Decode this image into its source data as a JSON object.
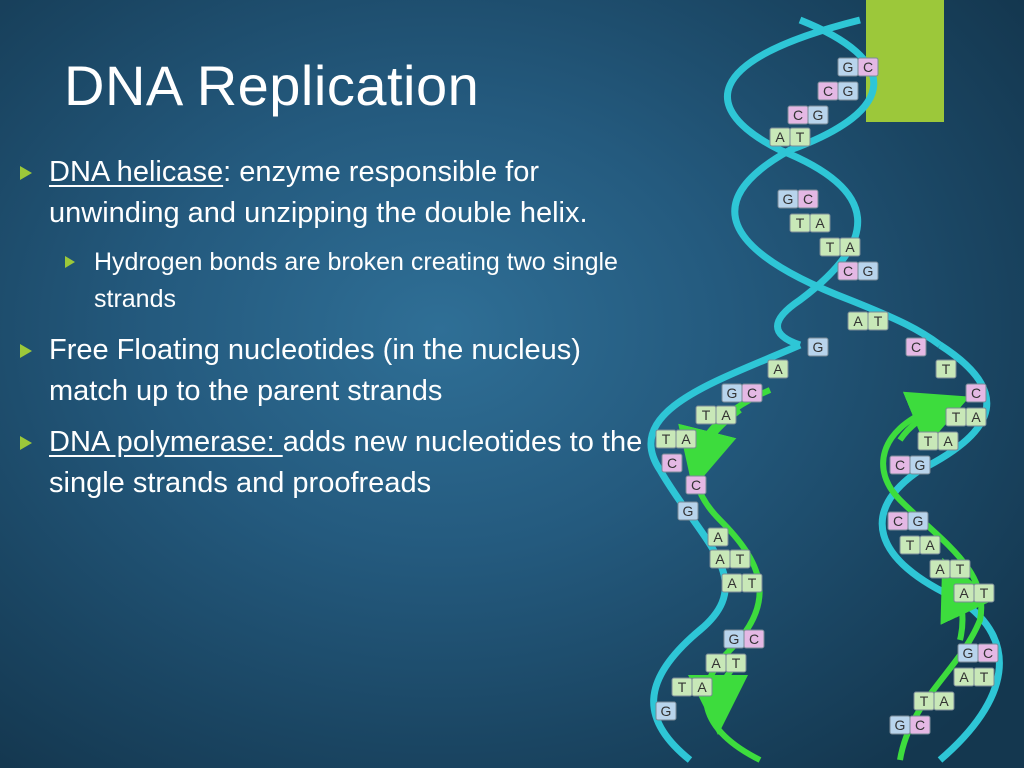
{
  "slide": {
    "title": "DNA Replication",
    "accent_color": "#9cc83a"
  },
  "bullets": [
    {
      "term": "DNA helicase",
      "rest": ": enzyme responsible for unwinding and unzipping the double helix.",
      "sub": "Hydrogen bonds are broken creating two single strands"
    },
    {
      "text": "Free Floating nucleotides (in the nucleus) match up to the parent strands"
    },
    {
      "term": "DNA polymerase: ",
      "rest": "adds new nucleotides to the single strands and proofreads"
    }
  ],
  "figure": {
    "top_pairs": [
      [
        "G",
        "C"
      ],
      [
        "C",
        "G"
      ],
      [
        "C",
        "G"
      ],
      [
        "A",
        "T"
      ],
      [
        "G",
        "C"
      ],
      [
        "T",
        "A"
      ],
      [
        "T",
        "A"
      ],
      [
        "C",
        "G"
      ]
    ],
    "transition_pairs": [
      [
        "A",
        "T"
      ]
    ],
    "left_unpaired": [
      "G",
      "A"
    ],
    "right_unpaired": [
      "C",
      "T",
      "C"
    ],
    "left_pairs": [
      [
        "G",
        "C"
      ],
      [
        "T",
        "A"
      ],
      [
        "T",
        "A"
      ],
      [
        "C",
        ""
      ],
      [
        "C",
        ""
      ],
      [
        "G",
        ""
      ],
      [
        "A",
        ""
      ],
      [
        "A",
        "T"
      ],
      [
        "A",
        "T"
      ],
      [
        "G",
        "C"
      ],
      [
        "A",
        "T"
      ],
      [
        "T",
        "A"
      ],
      [
        "G",
        ""
      ]
    ],
    "right_pairs": [
      [
        "T",
        "A"
      ],
      [
        "T",
        "A"
      ],
      [
        "C",
        "G"
      ],
      [
        "C",
        "G"
      ],
      [
        "T",
        "A"
      ],
      [
        "A",
        "T"
      ],
      [
        "A",
        "T"
      ],
      [
        "G",
        "C"
      ],
      [
        "A",
        "T"
      ],
      [
        "T",
        "A"
      ],
      [
        "G",
        "C"
      ]
    ],
    "colors": {
      "backbone": "#2ec6d6",
      "new_strand": "#3ddc3d",
      "base_A": "#c8e8b8",
      "base_T": "#c8e8b8",
      "base_G": "#b8d4ec",
      "base_C": "#e4b8e4"
    }
  }
}
